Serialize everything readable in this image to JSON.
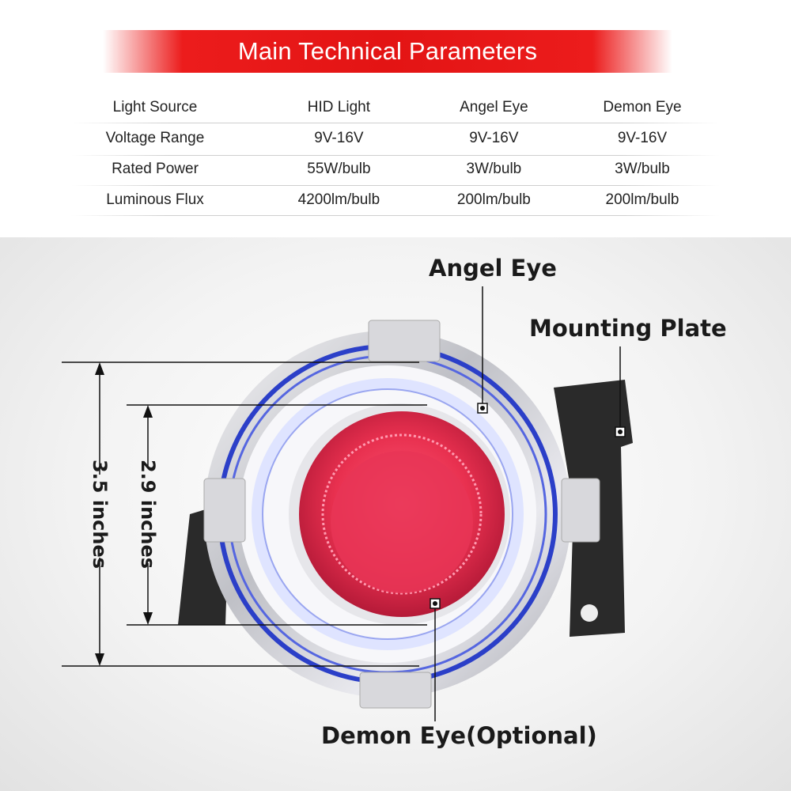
{
  "header": {
    "title": "Main Technical Parameters"
  },
  "params_table": {
    "rows": [
      [
        "Light Source",
        "HID Light",
        "Angel Eye",
        "Demon Eye"
      ],
      [
        "Voltage Range",
        "9V-16V",
        "9V-16V",
        "9V-16V"
      ],
      [
        "Rated Power",
        "55W/bulb",
        "3W/bulb",
        "3W/bulb"
      ],
      [
        "Luminous Flux",
        "4200lm/bulb",
        "200lm/bulb",
        "200lm/bulb"
      ]
    ]
  },
  "callouts": {
    "angel_eye": "Angel Eye",
    "mounting_plate": "Mounting Plate",
    "demon_eye": "Demon Eye(Optional)"
  },
  "dimensions": {
    "outer": "3.5 inches",
    "inner": "2.9 inches"
  },
  "colors": {
    "banner": "#e31414",
    "demon_eye": "#e8304f",
    "angel_eye_halo": "#2b3fc8",
    "chrome": "#c8c8cc",
    "mounting_plate": "#2a2a2a"
  }
}
